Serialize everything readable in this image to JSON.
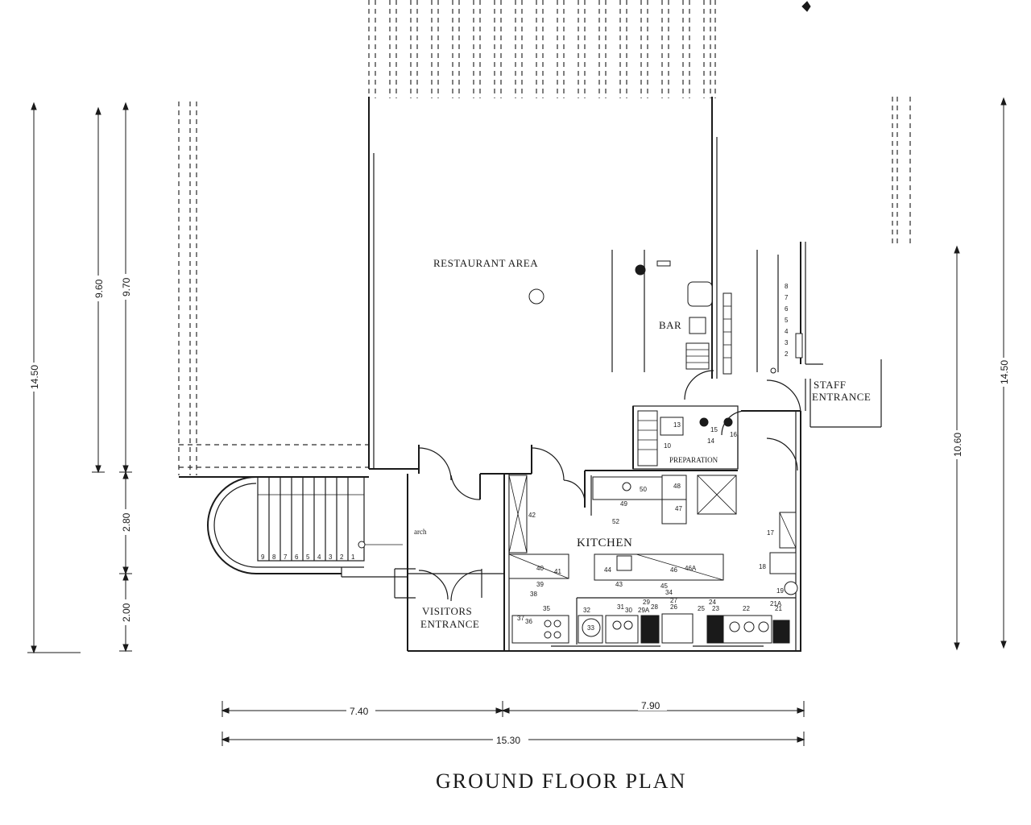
{
  "title": "GROUND FLOOR PLAN",
  "rooms": {
    "restaurant": "RESTAURANT AREA",
    "bar": "BAR",
    "preparation": "PREPARATION",
    "kitchen": "KITCHEN",
    "staff_entrance_line1": "STAFF",
    "staff_entrance_line2": "ENTRANCE",
    "visitors_entrance_line1": "VISITORS",
    "visitors_entrance_line2": "ENTRANCE",
    "arch": "arch"
  },
  "dimensions": {
    "bottom_left": "7.40",
    "bottom_right": "7.90",
    "bottom_total": "15.30",
    "left_overall": "14.50",
    "left_upper_a": "9.60",
    "left_upper_b": "9.70",
    "left_middle": "2.80",
    "left_lower": "2.00",
    "right_overall": "14.50",
    "right_inner": "10.60"
  },
  "stairs": [
    "9",
    "8",
    "7",
    "6",
    "5",
    "4",
    "3",
    "2",
    "1"
  ],
  "bar_numbers": [
    "8",
    "7",
    "6",
    "5",
    "4",
    "3",
    "2"
  ],
  "equipment_numbers": {
    "n10": "10",
    "n13": "13",
    "n14": "14",
    "n15": "15",
    "n16": "16",
    "n17": "17",
    "n18": "18",
    "n19": "19",
    "n21": "21",
    "n21A": "21A",
    "n22": "22",
    "n23": "23",
    "n24": "24",
    "n25": "25",
    "n26": "26",
    "n27": "27",
    "n28": "28",
    "n29": "29",
    "n29A": "29A",
    "n30": "30",
    "n31": "31",
    "n32": "32",
    "n33": "33",
    "n34": "34",
    "n35": "35",
    "n36": "36",
    "n37": "37",
    "n38": "38",
    "n39": "39",
    "n40": "40",
    "n41": "41",
    "n42": "42",
    "n43": "43",
    "n44": "44",
    "n45": "45",
    "n46": "46",
    "n46A": "46A",
    "n47": "47",
    "n48": "48",
    "n49": "49",
    "n50": "50",
    "n52": "52"
  }
}
